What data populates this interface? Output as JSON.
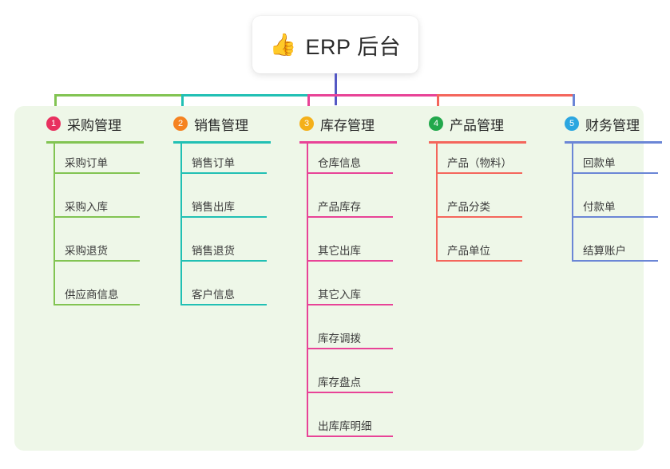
{
  "diagram": {
    "type": "mindmap-tree",
    "root": {
      "icon": "thumbs-up-icon",
      "emoji": "👍",
      "label": "ERP 后台",
      "trunk_color": "#5458c4"
    },
    "panel_color": "#eef7e8",
    "columns": [
      {
        "index": "1",
        "badge_color": "#e8315f",
        "line_color": "#82c452",
        "title": "采购管理",
        "leaves": [
          "采购订单",
          "采购入库",
          "采购退货",
          "供应商信息"
        ]
      },
      {
        "index": "2",
        "badge_color": "#f58220",
        "line_color": "#21c0b4",
        "title": "销售管理",
        "leaves": [
          "销售订单",
          "销售出库",
          "销售退货",
          "客户信息"
        ]
      },
      {
        "index": "3",
        "badge_color": "#f4b019",
        "line_color": "#e84397",
        "title": "库存管理",
        "leaves": [
          "仓库信息",
          "产品库存",
          "其它出库",
          "其它入库",
          "库存调拨",
          "库存盘点",
          "出库库明细"
        ]
      },
      {
        "index": "4",
        "badge_color": "#22a84c",
        "line_color": "#f4665c",
        "title": "产品管理",
        "leaves": [
          "产品（物料）",
          "产品分类",
          "产品单位"
        ]
      },
      {
        "index": "5",
        "badge_color": "#2ba6e0",
        "line_color": "#6b86d6",
        "title": "财务管理",
        "leaves": [
          "回款单",
          "付款单",
          "结算账户"
        ]
      }
    ]
  }
}
